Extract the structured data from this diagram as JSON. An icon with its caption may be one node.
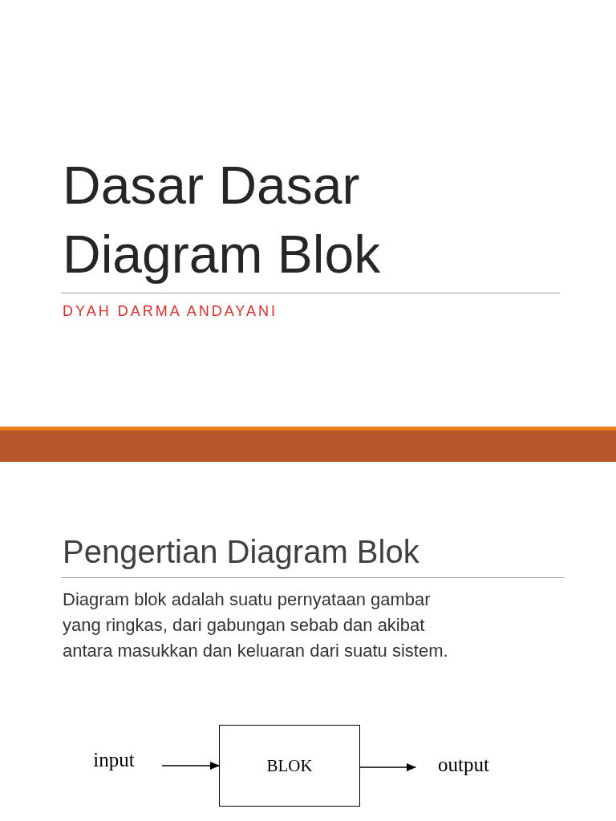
{
  "diagram": {
    "title": "Dasar Dasar Diagram Blok",
    "nodes": [
      {
        "text": [
          "input"
        ]
      },
      {
        "text": [
          "BLOK"
        ]
      },
      {
        "text": [
          "output"
        ]
      }
    ],
    "edges": [
      {
        "from": 0,
        "to": 1,
        "arrow": "to"
      },
      {
        "from": 1,
        "to": 2,
        "arrow": "to"
      }
    ],
    "labels": [
      "DYAH DARMA ANDAYANI",
      "Pengertian Diagram Blok",
      "Diagram blok adalah suatu pernyataan gambar yang ringkas, dari gabungan sebab dan akibat antara masukkan dan keluaran dari suatu sistem."
    ]
  }
}
